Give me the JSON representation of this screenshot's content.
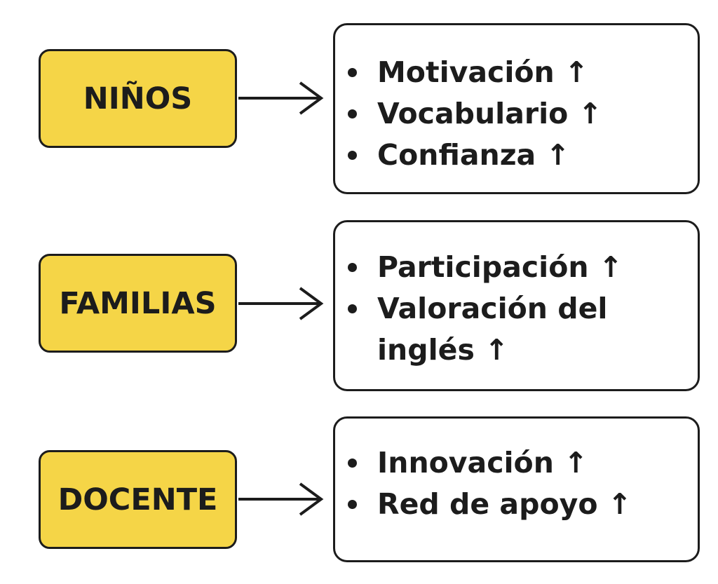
{
  "groups": [
    {
      "label": "NIÑOS",
      "items": [
        "Motivación ↑",
        "Vocabulario ↑",
        "Confianza ↑"
      ]
    },
    {
      "label": "FAMILIAS",
      "items": [
        "Participación ↑",
        "Valoración del inglés ↑"
      ]
    },
    {
      "label": "DOCENTE",
      "items": [
        "Innovación ↑",
        "Red de apoyo ↑"
      ]
    }
  ],
  "colors": {
    "label_fill": "#f5d547",
    "stroke": "#1c1c1c",
    "background": "#ffffff"
  }
}
